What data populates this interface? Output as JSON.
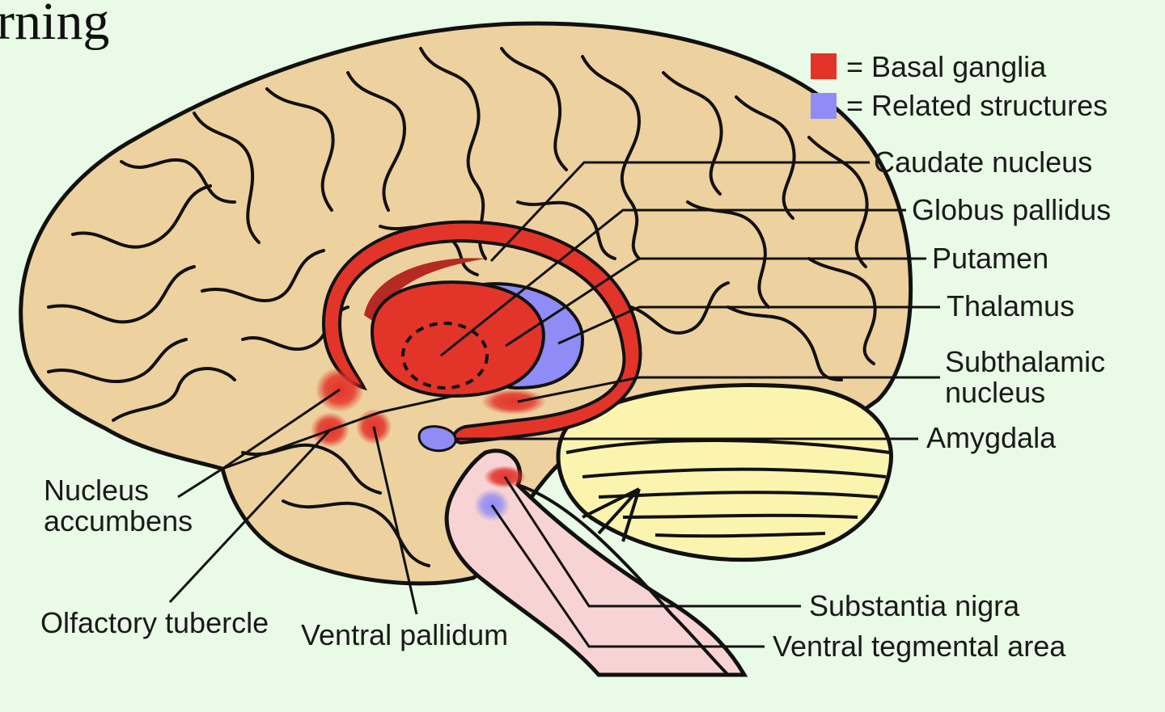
{
  "header": {
    "title_fragment": "rning"
  },
  "legend": [
    {
      "text": "= Basal ganglia",
      "color": "#e3342a"
    },
    {
      "text": "= Related structures",
      "color": "#8f8cf5"
    }
  ],
  "labels": {
    "caudate_nucleus": "Caudate nucleus",
    "globus_pallidus": "Globus pallidus",
    "putamen": "Putamen",
    "thalamus": "Thalamus",
    "subthalamic_nucleus_line1": "Subthalamic",
    "subthalamic_nucleus_line2": "nucleus",
    "amygdala": "Amygdala",
    "nucleus_accumbens_line1": "Nucleus",
    "nucleus_accumbens_line2": "accumbens",
    "olfactory_tubercle": "Olfactory tubercle",
    "ventral_pallidum": "Ventral pallidum",
    "substantia_nigra": "Substantia nigra",
    "ventral_tegmental_area": "Ventral tegmental area"
  },
  "colors": {
    "brain": "#edd19e",
    "cerebellum": "#fbf4ae",
    "brainstem": "#f7d3d3",
    "basal_ganglia": "#e3342a",
    "related": "#8f8cf5",
    "outline": "#111111"
  }
}
